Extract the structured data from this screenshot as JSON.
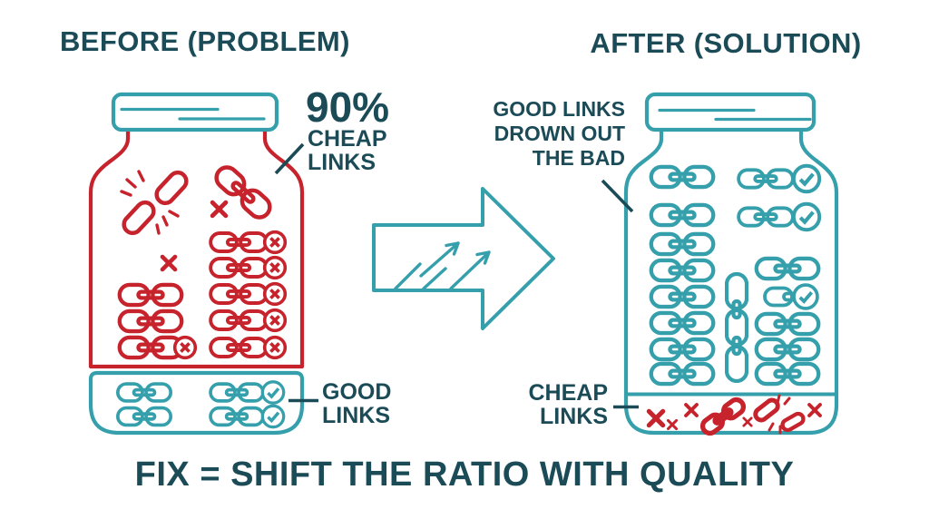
{
  "colors": {
    "teal": "#35A0AC",
    "red": "#C6232C",
    "dark": "#1B4B57",
    "background": "#FFFFFF"
  },
  "titles": {
    "before": "BEFORE (PROBLEM)",
    "after": "AFTER (SOLUTION)"
  },
  "before_jar": {
    "percent_label": "90%",
    "cheap_links_label": "CHEAP\nLINKS",
    "good_links_label": "GOOD\nLINKS"
  },
  "after_jar": {
    "good_drown_label": "GOOD LINKS\nDROWN OUT\nTHE BAD",
    "cheap_links_label": "CHEAP\nLINKS"
  },
  "footer": {
    "headline": "FIX = SHIFT THE RATIO WITH QUALITY"
  },
  "icon_legend": {
    "broken-link-icon": "broken chain link (spam link)",
    "chain-link-icon": "two-ring chain link",
    "x-badge-icon": "circled X marking a bad link",
    "check-badge-icon": "circled check marking a good link",
    "x-mark-icon": "red X mark",
    "arrow-right-icon": "large right arrow with rising growth arrows"
  }
}
